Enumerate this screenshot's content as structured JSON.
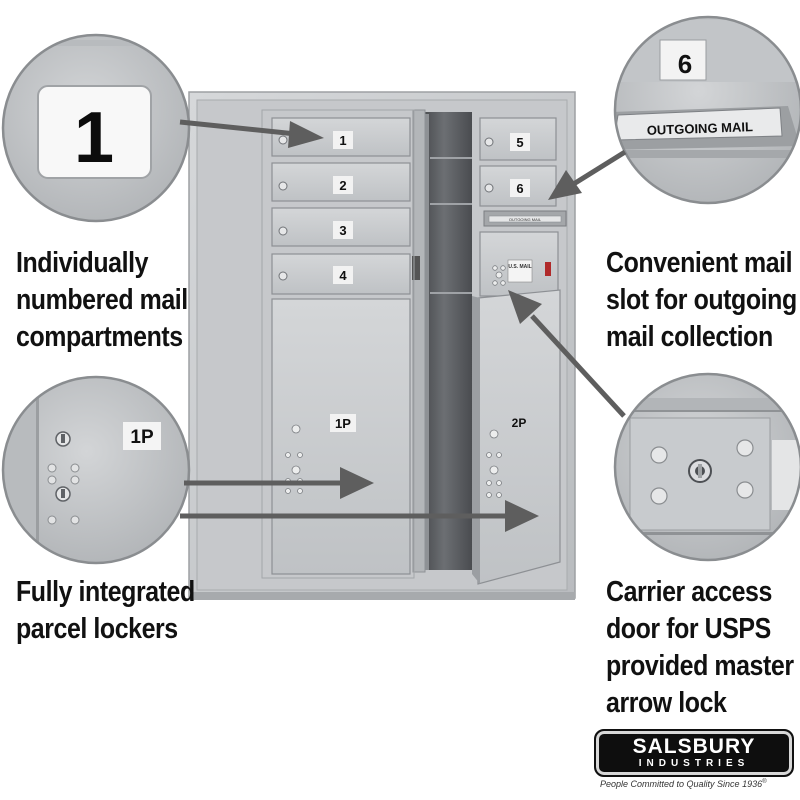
{
  "callouts": {
    "numbered": {
      "lines": [
        "Individually",
        "numbered mail",
        "compartments"
      ]
    },
    "outgoing": {
      "lines": [
        "Convenient mail",
        "slot for outgoing",
        "mail collection"
      ]
    },
    "parcel": {
      "lines": [
        "Fully integrated",
        "parcel lockers"
      ]
    },
    "carrier": {
      "lines": [
        "Carrier access",
        "door for USPS",
        "provided master",
        "arrow lock"
      ]
    }
  },
  "zoom": {
    "number_tag": "1",
    "outgoing_number": "6",
    "outgoing_label": "OUTGOING MAIL",
    "parcel_tag": "1P"
  },
  "mailbox": {
    "compartments": [
      "1",
      "2",
      "3",
      "4",
      "5",
      "6"
    ],
    "parcel_lockers": [
      "1P",
      "2P"
    ],
    "slot_label": "OUTGOING MAIL",
    "usps_sign": "U.S. MAIL"
  },
  "logo": {
    "name": "SALSBURY",
    "sub": "INDUSTRIES",
    "tagline": "People Committed to Quality Since 1936",
    "registered": "®"
  },
  "colors": {
    "aluminum": "#c9cbcd",
    "arrow": "#5e5e5e",
    "text": "#111111",
    "logo_bg": "#0e0e0e"
  }
}
